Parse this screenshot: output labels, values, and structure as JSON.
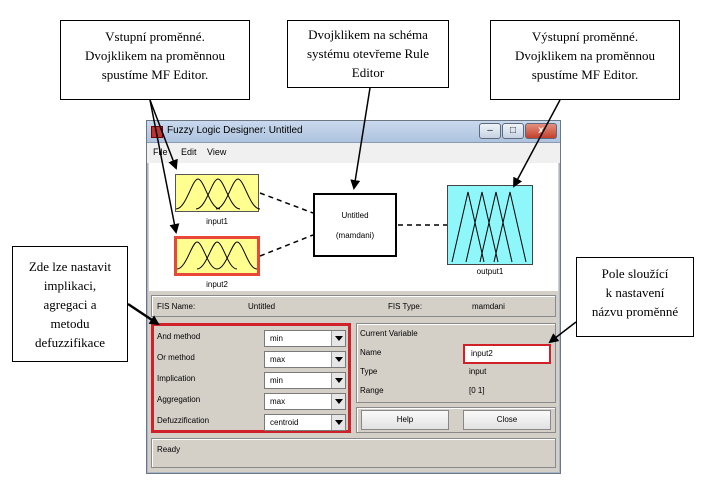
{
  "callouts": {
    "inputs": "Vstupní proměnné.\nDvojklikem na proměnnou\nspustíme MF Editor.",
    "system": "Dvojklikem na schéma\nsystému otevřeme Rule\nEditor",
    "outputs": "Výstupní proměnné.\nDvojklikem na proměnnou\nspustíme MF Editor.",
    "methods": "Zde lze nastavit\nimplikaci,\nagregaci a\nmetodu\ndefuzzifikace",
    "name_field": "Pole sloužící\nk nastavení\nnázvu proměnné"
  },
  "window": {
    "title": "Fuzzy Logic Designer: Untitled",
    "minimize": "–",
    "maximize": "□",
    "close": "x"
  },
  "menu": [
    "File",
    "Edit",
    "View"
  ],
  "schema": {
    "input1_label": "input1",
    "input2_label": "input2",
    "system_name": "Untitled",
    "system_type": "(mamdani)",
    "output1_label": "output1"
  },
  "fis": {
    "name_label": "FIS Name:",
    "name_value": "Untitled",
    "type_label": "FIS Type:",
    "type_value": "mamdani"
  },
  "methods": {
    "and_label": "And method",
    "and_value": "min",
    "or_label": "Or method",
    "or_value": "max",
    "implication_label": "Implication",
    "implication_value": "min",
    "aggregation_label": "Aggregation",
    "aggregation_value": "max",
    "defuzz_label": "Defuzzification",
    "defuzz_value": "centroid"
  },
  "current_variable": {
    "heading": "Current Variable",
    "name_label": "Name",
    "name_value": "input2",
    "type_label": "Type",
    "type_value": "input",
    "range_label": "Range",
    "range_value": "[0 1]"
  },
  "buttons": {
    "help": "Help",
    "close": "Close"
  },
  "status": "Ready",
  "colors": {
    "input_fill": "#ffff90",
    "output_fill": "#8ff6fa",
    "highlight": "#e8473a",
    "window_bg": "#d4d0c8"
  }
}
